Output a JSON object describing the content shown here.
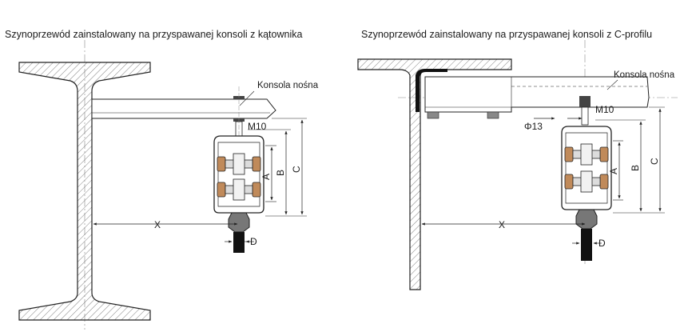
{
  "titles": {
    "left": "Szynoprzewód zainstalowany na przyspawanej konsoli z kątownika",
    "right": "Szynoprzewód zainstalowany na przyspawanej konsoli z C-profilu"
  },
  "left_diagram": {
    "bracket_label": "Konsola nośna",
    "bolt_label": "M10",
    "dim_a": "A",
    "dim_b": "B",
    "dim_c": "C",
    "dim_x": "X",
    "dim_d": "D"
  },
  "right_diagram": {
    "bracket_label": "Konsola nośna",
    "bolt_label": "M10",
    "hole_label": "Φ13",
    "dim_a": "A",
    "dim_b": "B",
    "dim_c": "C",
    "dim_x": "X",
    "dim_d": "D"
  }
}
